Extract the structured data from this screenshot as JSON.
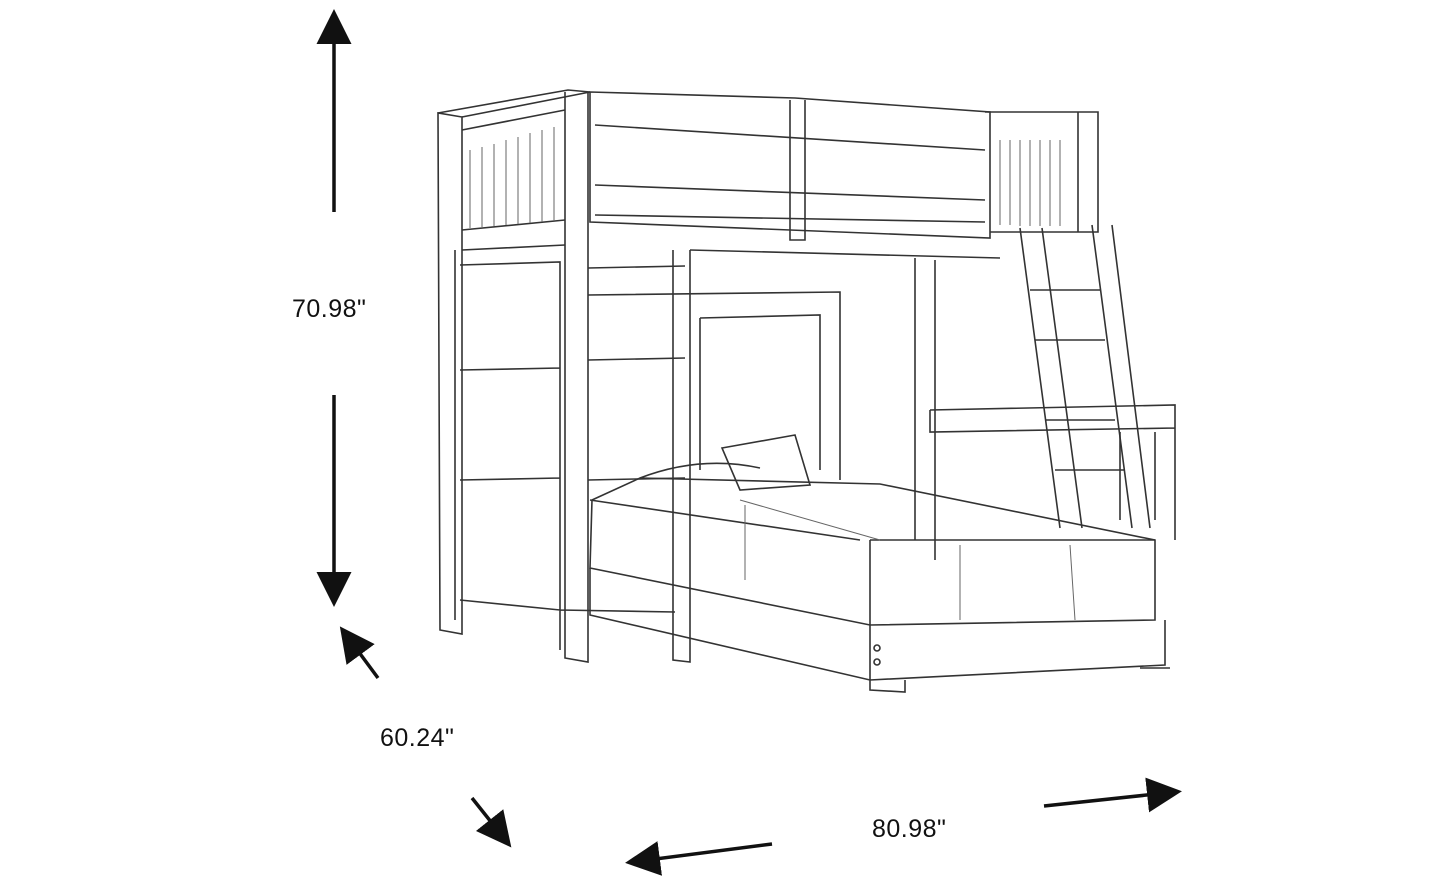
{
  "dimensions": {
    "height": "70.98\"",
    "depth": "60.24\"",
    "width": "80.98\""
  },
  "colors": {
    "line": "#333333",
    "arrow": "#111111",
    "background": "#ffffff"
  }
}
